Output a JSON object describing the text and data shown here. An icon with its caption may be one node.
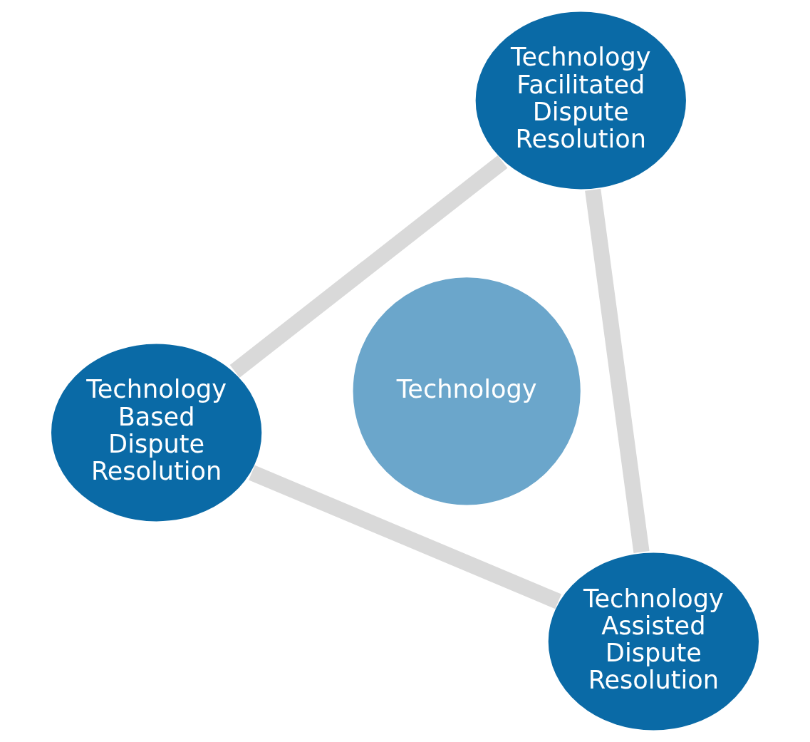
{
  "diagram": {
    "nodes": [
      {
        "text": [
          "Technology Based Dispute Resolution"
        ]
      },
      {
        "text": [
          "Technology"
        ]
      },
      {
        "text": [
          "Technology Assisted Dispute Resolution"
        ]
      },
      {
        "text": [
          "Technology Facilitated Dispute Resolution"
        ]
      }
    ],
    "edges": [
      {
        "from": 0,
        "to": 3,
        "arrow": "none"
      },
      {
        "from": 3,
        "to": 2,
        "arrow": "none"
      },
      {
        "from": 2,
        "to": 0,
        "arrow": "none"
      }
    ]
  }
}
